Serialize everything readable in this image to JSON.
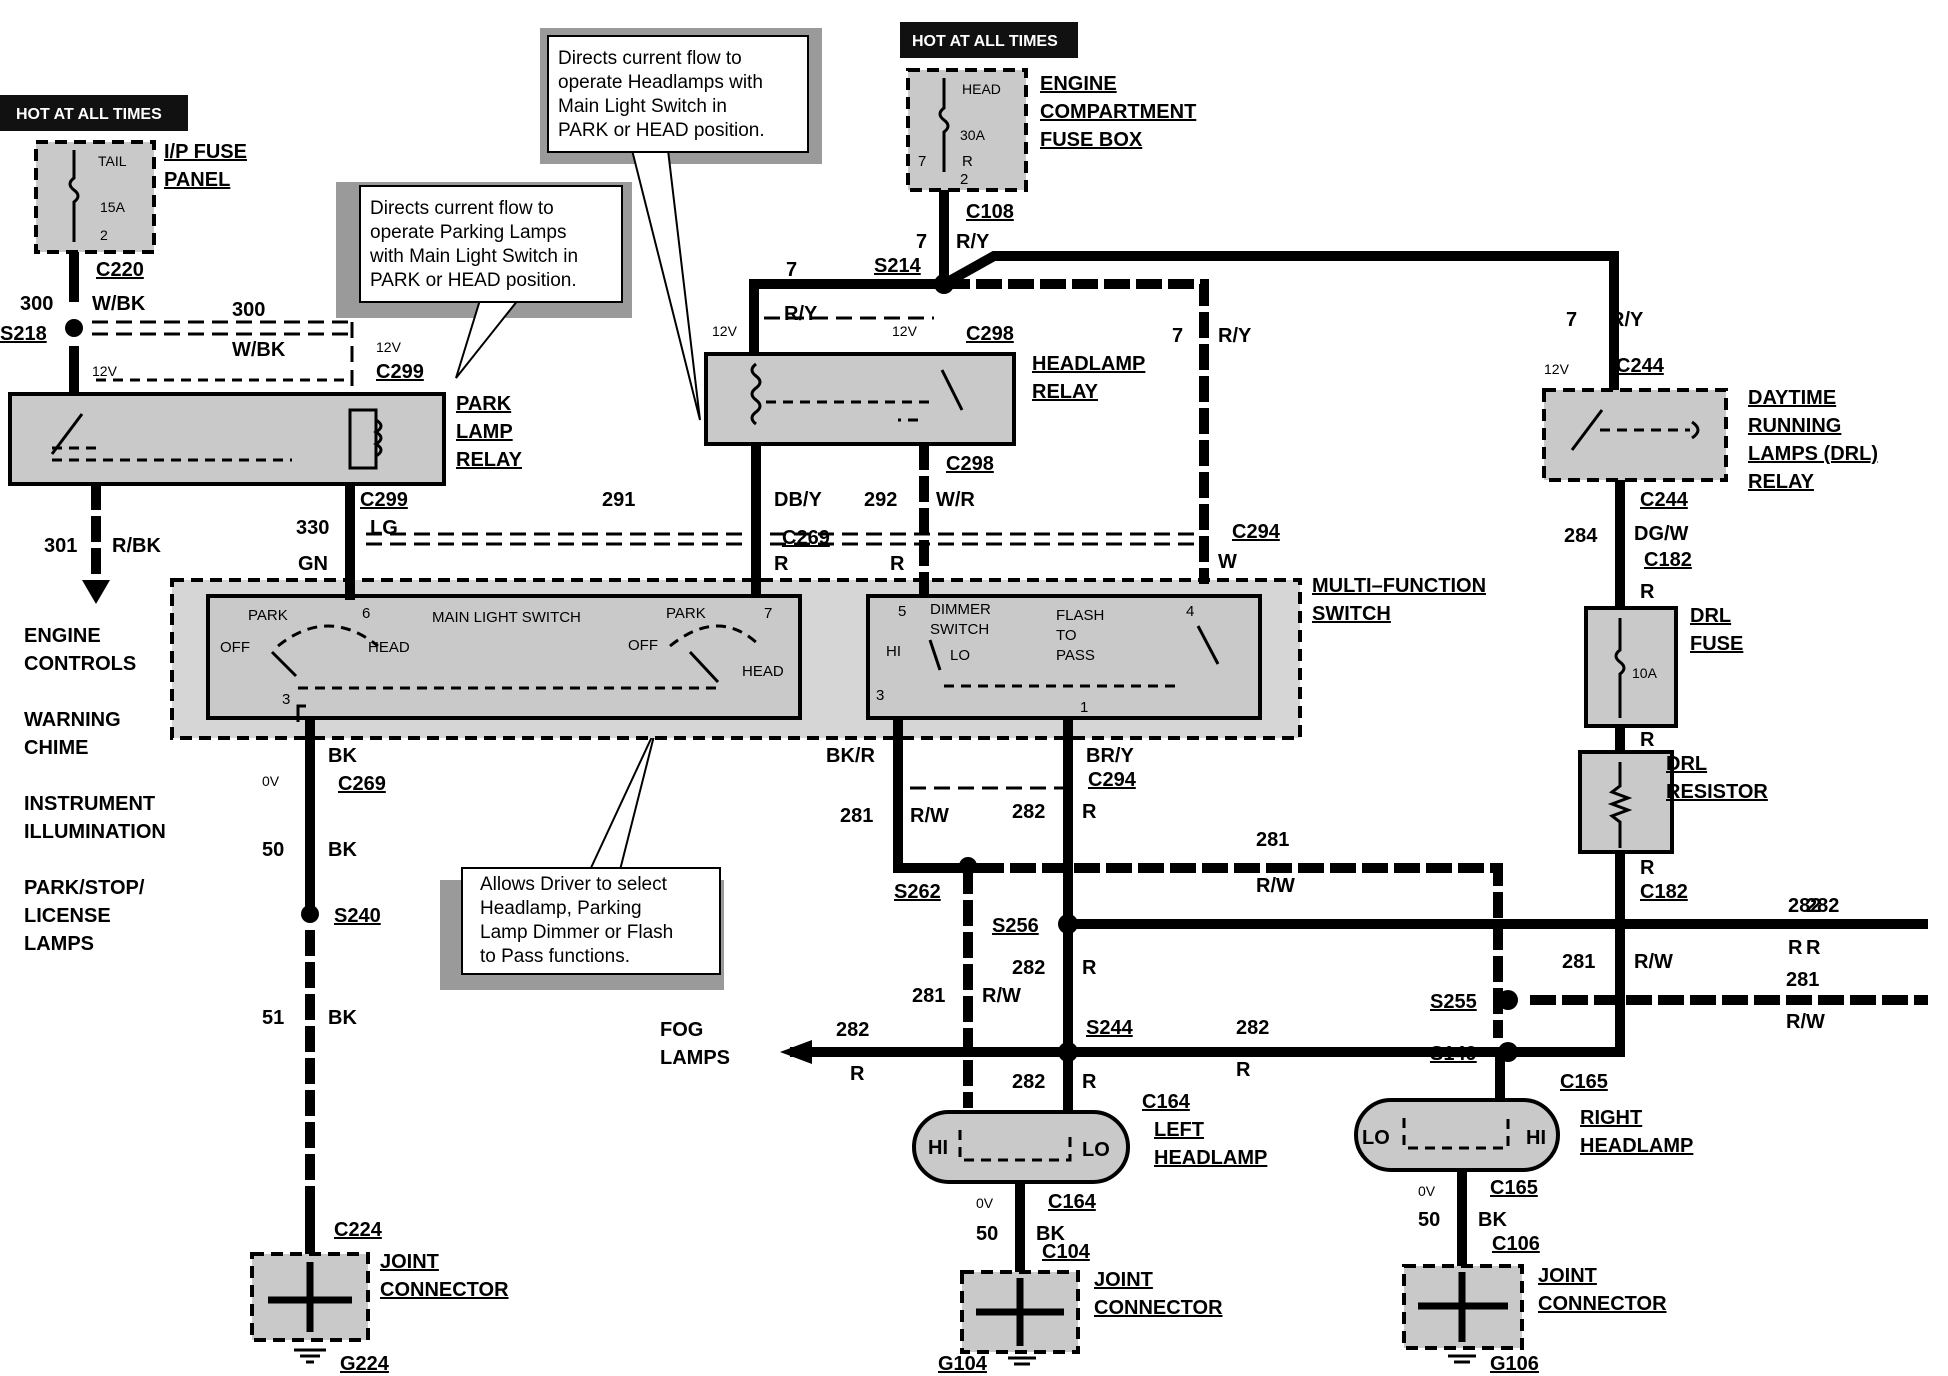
{
  "hot_labels": [
    "HOT AT ALL TIMES",
    "HOT AT ALL TIMES"
  ],
  "components": {
    "ip_fuse_panel": {
      "name_line1": "I/P FUSE",
      "name_line2": "PANEL",
      "fuse_name": "TAIL",
      "fuse_rating": "15A",
      "pin": "2"
    },
    "engine_fuse_box": {
      "name_line1": "ENGINE",
      "name_line2": "COMPARTMENT",
      "name_line3": "FUSE BOX",
      "fuse_name": "HEAD",
      "fuse_rating": "30A",
      "pin_a": "7",
      "pin_b": "R",
      "pin_c": "2"
    },
    "park_lamp_relay": {
      "line1": "PARK",
      "line2": "LAMP",
      "line3": "RELAY"
    },
    "headlamp_relay": {
      "line1": "HEADLAMP",
      "line2": "RELAY"
    },
    "drl_relay": {
      "line1": "DAYTIME",
      "line2": "RUNNING",
      "line3": "LAMPS (DRL)",
      "line4": "RELAY"
    },
    "multi_function_switch": {
      "line1": "MULTI–FUNCTION",
      "line2": "SWITCH",
      "main_light_switch": "MAIN LIGHT SWITCH",
      "park": "PARK",
      "head": "HEAD",
      "off": "OFF",
      "pin3": "3",
      "pin6": "6",
      "pin7": "7",
      "dimmer_line1": "DIMMER",
      "dimmer_line2": "SWITCH",
      "hi": "HI",
      "lo": "LO",
      "flash_line1": "FLASH",
      "flash_line2": "TO",
      "flash_line3": "PASS",
      "pin5": "5",
      "pin4": "4",
      "pin1": "1"
    },
    "drl_fuse": {
      "line1": "DRL",
      "line2": "FUSE",
      "rating": "10A"
    },
    "drl_resistor": {
      "line1": "DRL",
      "line2": "RESISTOR"
    },
    "left_headlamp": {
      "connector": "C164",
      "line1": "LEFT",
      "line2": "HEADLAMP",
      "hi": "HI",
      "lo": "LO"
    },
    "right_headlamp": {
      "connector": "C165",
      "line1": "RIGHT",
      "line2": "HEADLAMP",
      "hi": "HI",
      "lo": "LO"
    },
    "joint_1": {
      "line1": "JOINT",
      "line2": "CONNECTOR",
      "conn": "C224",
      "ground": "G224"
    },
    "joint_2": {
      "line1": "JOINT",
      "line2": "CONNECTOR",
      "conn": "C104",
      "ground": "G104"
    },
    "joint_3": {
      "line1": "JOINT",
      "line2": "CONNECTOR",
      "conn": "C106",
      "ground": "G106"
    }
  },
  "notes": {
    "headlamps": [
      "Directs current flow to",
      "operate Headlamps with",
      "Main Light Switch in",
      "PARK or HEAD position."
    ],
    "parking": [
      "Directs current flow to",
      "operate Parking Lamps",
      "with Main Light Switch in",
      "PARK or HEAD position."
    ],
    "driver": [
      "Allows Driver to select",
      "Headlamp, Parking",
      "Lamp Dimmer or Flash",
      "to Pass functions."
    ]
  },
  "left_list": {
    "engine_line1": "ENGINE",
    "engine_line2": "CONTROLS",
    "chime_line1": "WARNING",
    "chime_line2": "CHIME",
    "illum_line1": "INSTRUMENT",
    "illum_line2": "ILLUMINATION",
    "park_line1": "PARK/STOP/",
    "park_line2": "LICENSE",
    "park_line3": "LAMPS"
  },
  "fog": {
    "line1": "FOG",
    "line2": "LAMPS",
    "circuit": "282",
    "color": "R"
  },
  "connectors": [
    "C220",
    "S218",
    "C299",
    "C299",
    "C108",
    "S214",
    "C298",
    "C298",
    "C244",
    "C244",
    "C182",
    "C182",
    "C269",
    "C294",
    "C269",
    "C294",
    "S240",
    "S262",
    "S256",
    "S244",
    "S255",
    "S149",
    "C165",
    "C164",
    "C165"
  ],
  "wire_labels": {
    "w300a": "300",
    "wbka": "W/BK",
    "w300b": "300",
    "wbkb": "W/BK",
    "v12a": "12V",
    "v12b": "12V",
    "v12c": "12V",
    "v12d": "12V",
    "v12e": "12V",
    "w301": "301",
    "rbk": "R/BK",
    "w330": "330",
    "lg": "LG",
    "gn": "GN",
    "w7a": "7",
    "ry_a": "R/Y",
    "w7b": "7",
    "ry_b": "R/Y",
    "w7c": "7",
    "ry_c": "R/Y",
    "w7d": "7",
    "ry_d": "R/Y",
    "w291": "291",
    "dby": "DB/Y",
    "w292": "292",
    "wr": "W/R",
    "r_a": "R",
    "r_b": "R",
    "w_a": "W",
    "w284": "284",
    "dgw": "DG/W",
    "r_c": "R",
    "r_d": "R",
    "r_e": "R",
    "bk_a": "BK",
    "v0a": "0V",
    "w50a": "50",
    "bk_b": "BK",
    "w51": "51",
    "bk_c": "BK",
    "bkr": "BK/R",
    "bry": "BR/Y",
    "w281a": "281",
    "rw_a": "R/W",
    "w282a": "282",
    "r_f": "R",
    "w281b": "281",
    "rw_b": "R/W",
    "w282b": "282",
    "r_g": "R",
    "w281c": "281",
    "rw_c": "R/W",
    "w282c": "282",
    "r_h": "R",
    "w282d": "282",
    "r_i": "R",
    "w281d": "281",
    "rw_d": "R/W",
    "w282e": "282",
    "r_j": "R",
    "w281e": "281",
    "rw_e": "R/W",
    "w282f": "282",
    "r_k": "R",
    "v0b": "0V",
    "w50b": "50",
    "bk_d": "BK",
    "v0c": "0V",
    "w50c": "50",
    "bk_e": "BK"
  }
}
